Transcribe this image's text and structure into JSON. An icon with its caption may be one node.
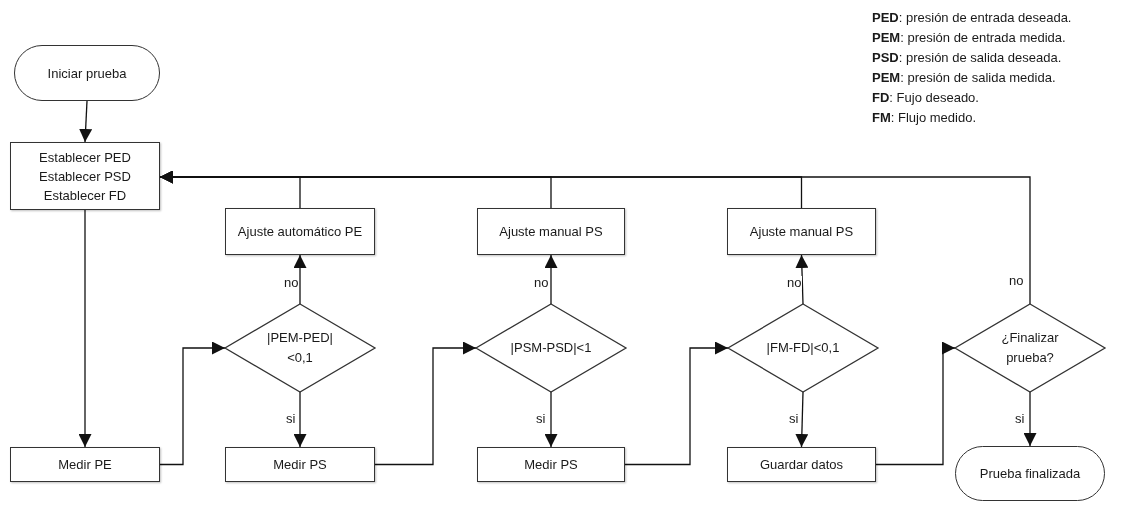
{
  "diagram": {
    "nodes": [
      {
        "text": [
          "Iniciar prueba"
        ]
      },
      {
        "text": [
          "Establecer PED",
          "Establecer PSD",
          "Establecer FD"
        ]
      },
      {
        "text": [
          "Ajuste automático PE"
        ]
      },
      {
        "text": [
          "Ajuste manual PS"
        ]
      },
      {
        "text": [
          "Ajuste manual PS"
        ]
      },
      {
        "text": [
          "|PEM-PED|<0,1"
        ]
      },
      {
        "text": [
          "|PSM-PSD|<1"
        ]
      },
      {
        "text": [
          "|FM-FD|<0,1"
        ]
      },
      {
        "text": [
          "¿Finalizar prueba?"
        ]
      },
      {
        "text": [
          "Medir PE"
        ]
      },
      {
        "text": [
          "Medir PS"
        ]
      },
      {
        "text": [
          "Medir PS"
        ]
      },
      {
        "text": [
          "Guardar datos"
        ]
      },
      {
        "text": [
          "Prueba finalizada"
        ]
      }
    ],
    "edges": [
      {
        "from": 0,
        "to": 1,
        "arrow": "to"
      },
      {
        "from": 1,
        "to": 9,
        "arrow": "to"
      },
      {
        "from": 9,
        "to": 5,
        "arrow": "to"
      },
      {
        "from": 5,
        "to": 2,
        "arrow": "to",
        "label": "no"
      },
      {
        "from": 5,
        "to": 10,
        "arrow": "to",
        "label": "si"
      },
      {
        "from": 10,
        "to": 6,
        "arrow": "to"
      },
      {
        "from": 6,
        "to": 3,
        "arrow": "to",
        "label": "no"
      },
      {
        "from": 6,
        "to": 11,
        "arrow": "to",
        "label": "si"
      },
      {
        "from": 11,
        "to": 7,
        "arrow": "to"
      },
      {
        "from": 7,
        "to": 4,
        "arrow": "to",
        "label": "no"
      },
      {
        "from": 7,
        "to": 12,
        "arrow": "to",
        "label": "si"
      },
      {
        "from": 12,
        "to": 8,
        "arrow": "to"
      },
      {
        "from": 8,
        "to": 13,
        "arrow": "to",
        "label": "si"
      },
      {
        "from": 2,
        "to": 1,
        "arrow": "to"
      },
      {
        "from": 3,
        "to": 1,
        "arrow": "to"
      },
      {
        "from": 4,
        "to": 1,
        "arrow": "to"
      },
      {
        "from": 8,
        "to": 1,
        "arrow": "to",
        "label": "no"
      }
    ],
    "labels": [
      "**PED**: presión de entrada deseada.",
      "**PEM**: presión de entrada medida.",
      "**PSD**: presión de salida deseada.",
      "**PEM**: presión de salida medida.",
      "**FD**: Fujo deseado.",
      "**FM**: Flujo medido."
    ]
  }
}
